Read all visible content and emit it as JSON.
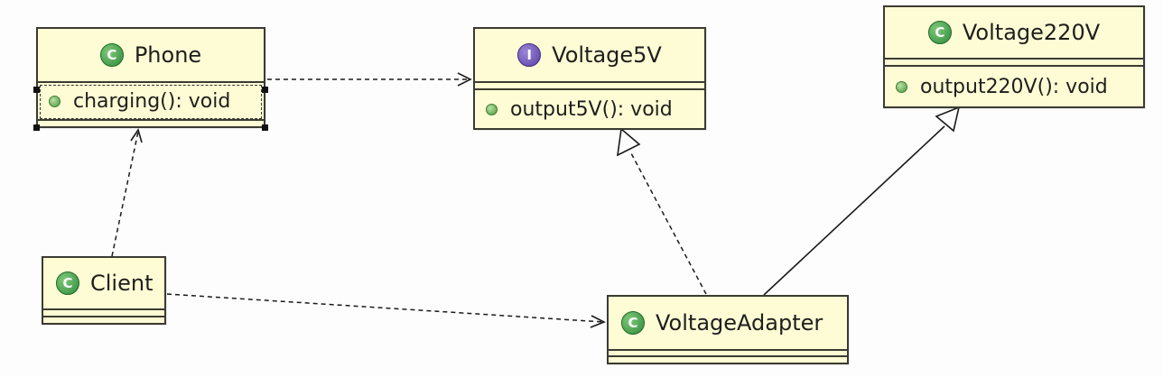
{
  "diagram": {
    "classes": [
      {
        "id": "phone",
        "name": "Phone",
        "stereotype_icon": "class-icon",
        "operations": [
          "charging(): void"
        ]
      },
      {
        "id": "voltage5v",
        "name": "Voltage5V",
        "stereotype_icon": "interface-icon",
        "operations": [
          "output5V(): void"
        ]
      },
      {
        "id": "voltage220v",
        "name": "Voltage220V",
        "stereotype_icon": "class-icon",
        "operations": [
          "output220V(): void"
        ]
      },
      {
        "id": "client",
        "name": "Client",
        "stereotype_icon": "class-icon",
        "operations": []
      },
      {
        "id": "voltageadapter",
        "name": "VoltageAdapter",
        "stereotype_icon": "class-icon",
        "operations": []
      }
    ],
    "relations": [
      {
        "from": "phone",
        "to": "voltage5v",
        "kind": "dependency"
      },
      {
        "from": "client",
        "to": "phone",
        "kind": "dependency"
      },
      {
        "from": "client",
        "to": "voltageadapter",
        "kind": "dependency"
      },
      {
        "from": "voltageadapter",
        "to": "voltage5v",
        "kind": "realization"
      },
      {
        "from": "voltageadapter",
        "to": "voltage220v",
        "kind": "generalization"
      }
    ],
    "badge_letters": {
      "class": "C",
      "interface": "I"
    },
    "colors": {
      "box_fill": "#fefcd4",
      "box_border": "#3b3b33",
      "class_badge": "#2f8a3a",
      "interface_badge": "#5a3fa6",
      "method_dot": "#4c9a3a",
      "edge": "#1a1a1a"
    }
  }
}
